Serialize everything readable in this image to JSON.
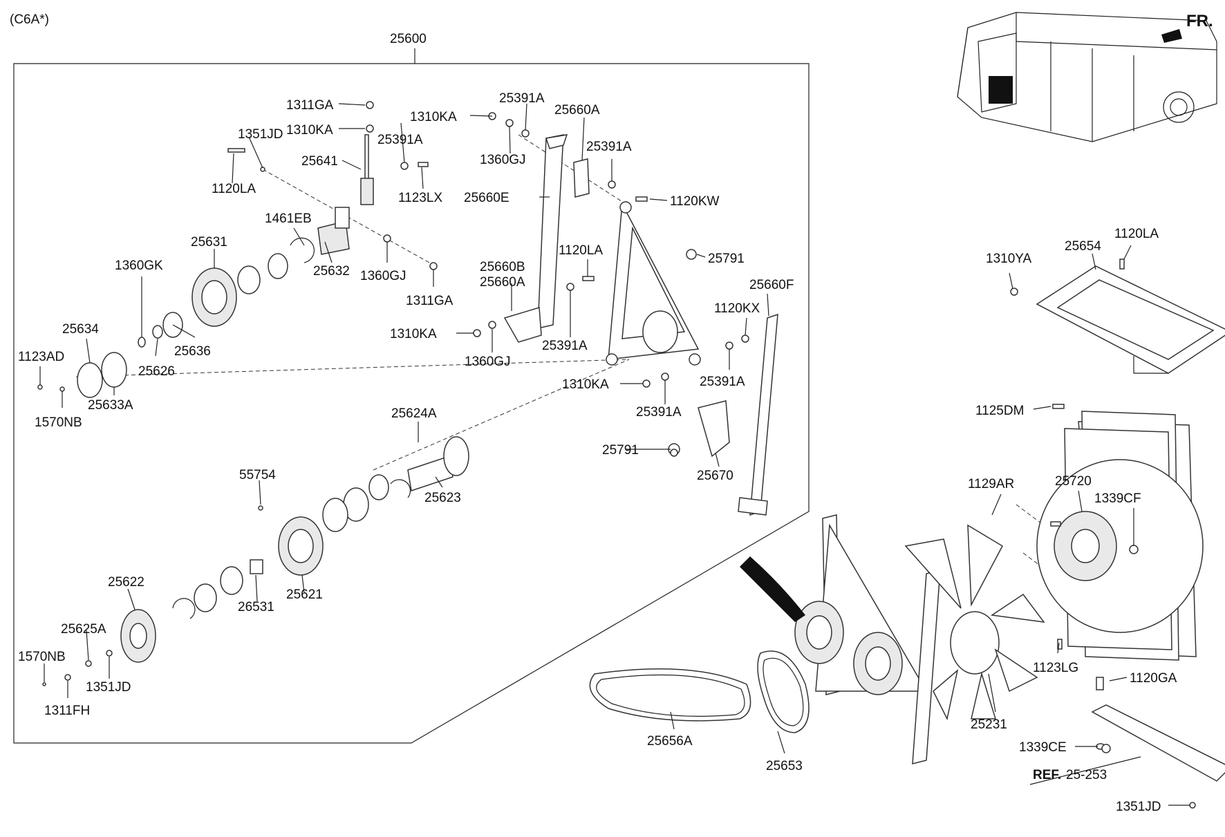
{
  "header": {
    "variant_code": "(C6A*)",
    "direction_label": "FR."
  },
  "labels": {
    "assembly_main": "25600",
    "n1311GA_top": "1311GA",
    "n1310KA_top": "1310KA",
    "n1351JD_top": "1351JD",
    "n25641": "25641",
    "n1120LA_left": "1120LA",
    "n25391A_a": "25391A",
    "n1123LX": "1123LX",
    "n1461EB": "1461EB",
    "n25631": "25631",
    "n25632": "25632",
    "n1360GJ_a": "1360GJ",
    "n1311GA_b": "1311GA",
    "n1360GK": "1360GK",
    "n25634": "25634",
    "n25626": "25626",
    "n25636": "25636",
    "n1123AD": "1123AD",
    "n25633A": "25633A",
    "n1570NB_a": "1570NB",
    "n1310KA_b": "1310KA",
    "n25391A_b": "25391A",
    "n25660A_top": "25660A",
    "n25391A_c": "25391A",
    "n1360GJ_b": "1360GJ",
    "n25660E": "25660E",
    "n1120KW": "1120KW",
    "n25791_a": "25791",
    "n25660B": "25660B",
    "n25660A_mid": "25660A",
    "n1120LA_mid": "1120LA",
    "n1310KA_c": "1310KA",
    "n1360GJ_c": "1360GJ",
    "n25391A_d": "25391A",
    "n25660F": "25660F",
    "n1120KX": "1120KX",
    "n25391A_e": "25391A",
    "n1310KA_d": "1310KA",
    "n25391A_f": "25391A",
    "n25791_b": "25791",
    "n25670": "25670",
    "n25624A": "25624A",
    "n25623": "25623",
    "n55754": "55754",
    "n25621": "25621",
    "n26531": "26531",
    "n25622": "25622",
    "n25625A": "25625A",
    "n1570NB_b": "1570NB",
    "n1351JD_b": "1351JD",
    "n1311FH": "1311FH",
    "n25656A": "25656A",
    "n25653": "25653",
    "n25231": "25231",
    "n25720": "25720",
    "n1339CF": "1339CF",
    "n1129AR": "1129AR",
    "n1123LG": "1123LG",
    "n1120GA": "1120GA",
    "n1339CE": "1339CE",
    "ref_bold": "REF.",
    "ref_num": "25-253",
    "n1351JD_c": "1351JD",
    "n1310YA": "1310YA",
    "n25654": "25654",
    "n1120LA_right": "1120LA",
    "n1125DM": "1125DM"
  }
}
